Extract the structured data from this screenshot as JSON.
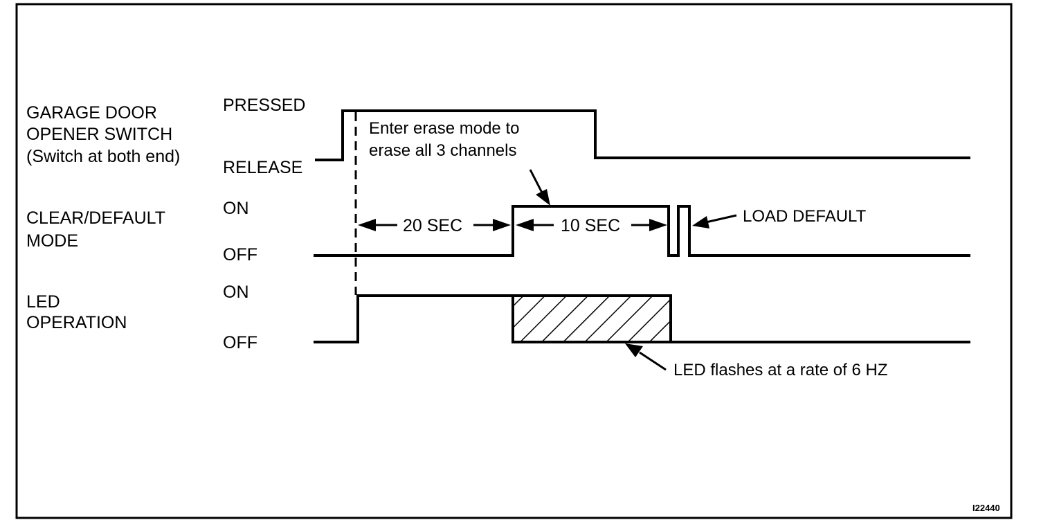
{
  "rows": [
    {
      "id": "switch",
      "label_lines": [
        "GARAGE DOOR",
        "OPENER SWITCH",
        "(Switch at both end)"
      ],
      "state_high": "PRESSED",
      "state_low": "RELEASE"
    },
    {
      "id": "clear_default",
      "label_lines": [
        "CLEAR/DEFAULT",
        "MODE"
      ],
      "state_high": "ON",
      "state_low": "OFF"
    },
    {
      "id": "led",
      "label_lines": [
        "LED",
        "OPERATION"
      ],
      "state_high": "ON",
      "state_low": "OFF"
    }
  ],
  "annotations": {
    "erase_mode": [
      "Enter erase mode to",
      "erase all 3 channels"
    ],
    "interval_1": "20 SEC",
    "interval_2": "10 SEC",
    "load_default": "LOAD DEFAULT",
    "led_flash": "LED flashes at a rate of 6 HZ"
  },
  "figure_id": "I22440"
}
